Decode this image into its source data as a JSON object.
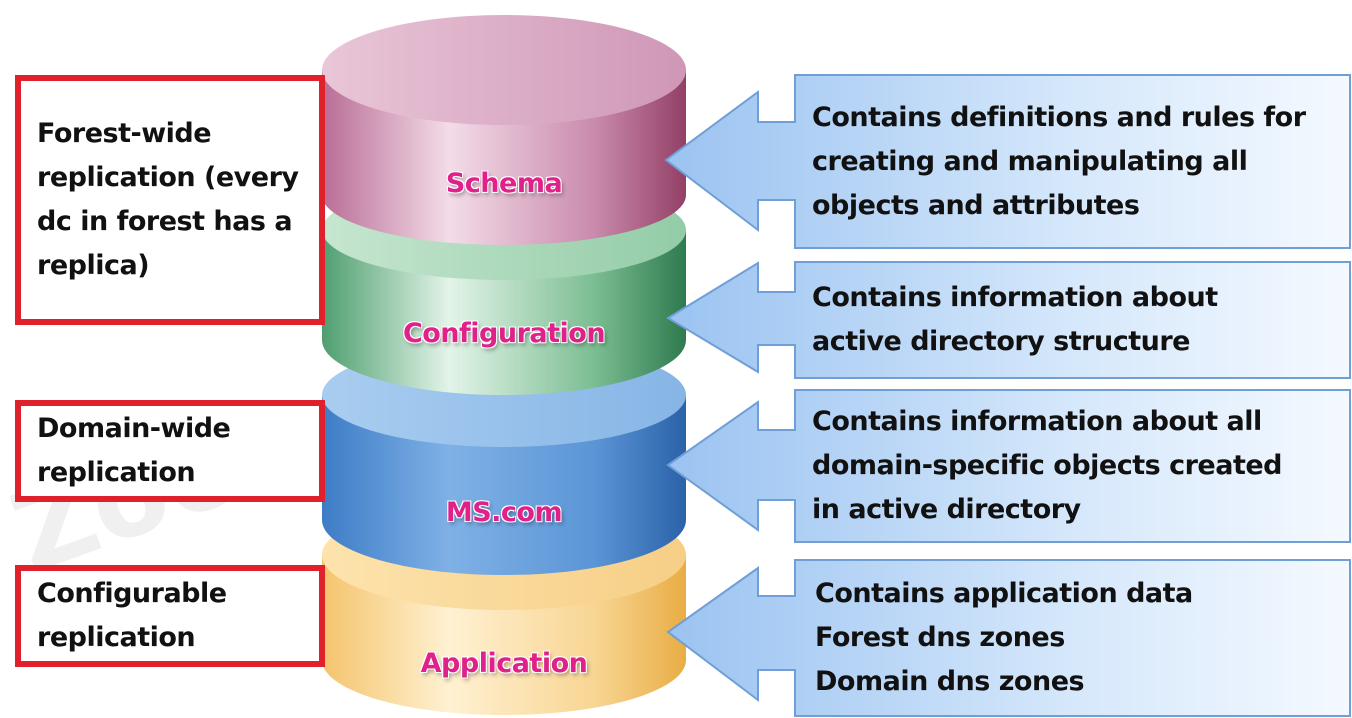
{
  "left_labels": {
    "forest": [
      "Forest-wide",
      "replication (every",
      "dc in forest has a",
      "replica)"
    ],
    "domain": [
      "Domain-wide",
      "replication"
    ],
    "configurable": [
      "Configurable",
      "replication"
    ]
  },
  "layers": {
    "schema": "Schema",
    "configuration": "Configuration",
    "domain": "MS.com",
    "application": "Application"
  },
  "descriptions": {
    "schema": [
      "Contains definitions and rules for",
      "creating and manipulating all",
      "objects and attributes"
    ],
    "configuration": [
      "Contains information about",
      "active directory structure"
    ],
    "domain": [
      "Contains information about all",
      "domain-specific objects created",
      "in active directory"
    ],
    "application": [
      "Contains application data",
      "Forest dns zones",
      "Domain dns zones"
    ]
  },
  "watermark": "ZoomIn",
  "colors": {
    "red_border": "#e0202a",
    "layer_text": "#e0218a",
    "schema": "#b0527f",
    "configuration": "#4e9c6b",
    "domain": "#3d7ecb",
    "application": "#f2c46a",
    "arrow": "#9cc4f2"
  }
}
